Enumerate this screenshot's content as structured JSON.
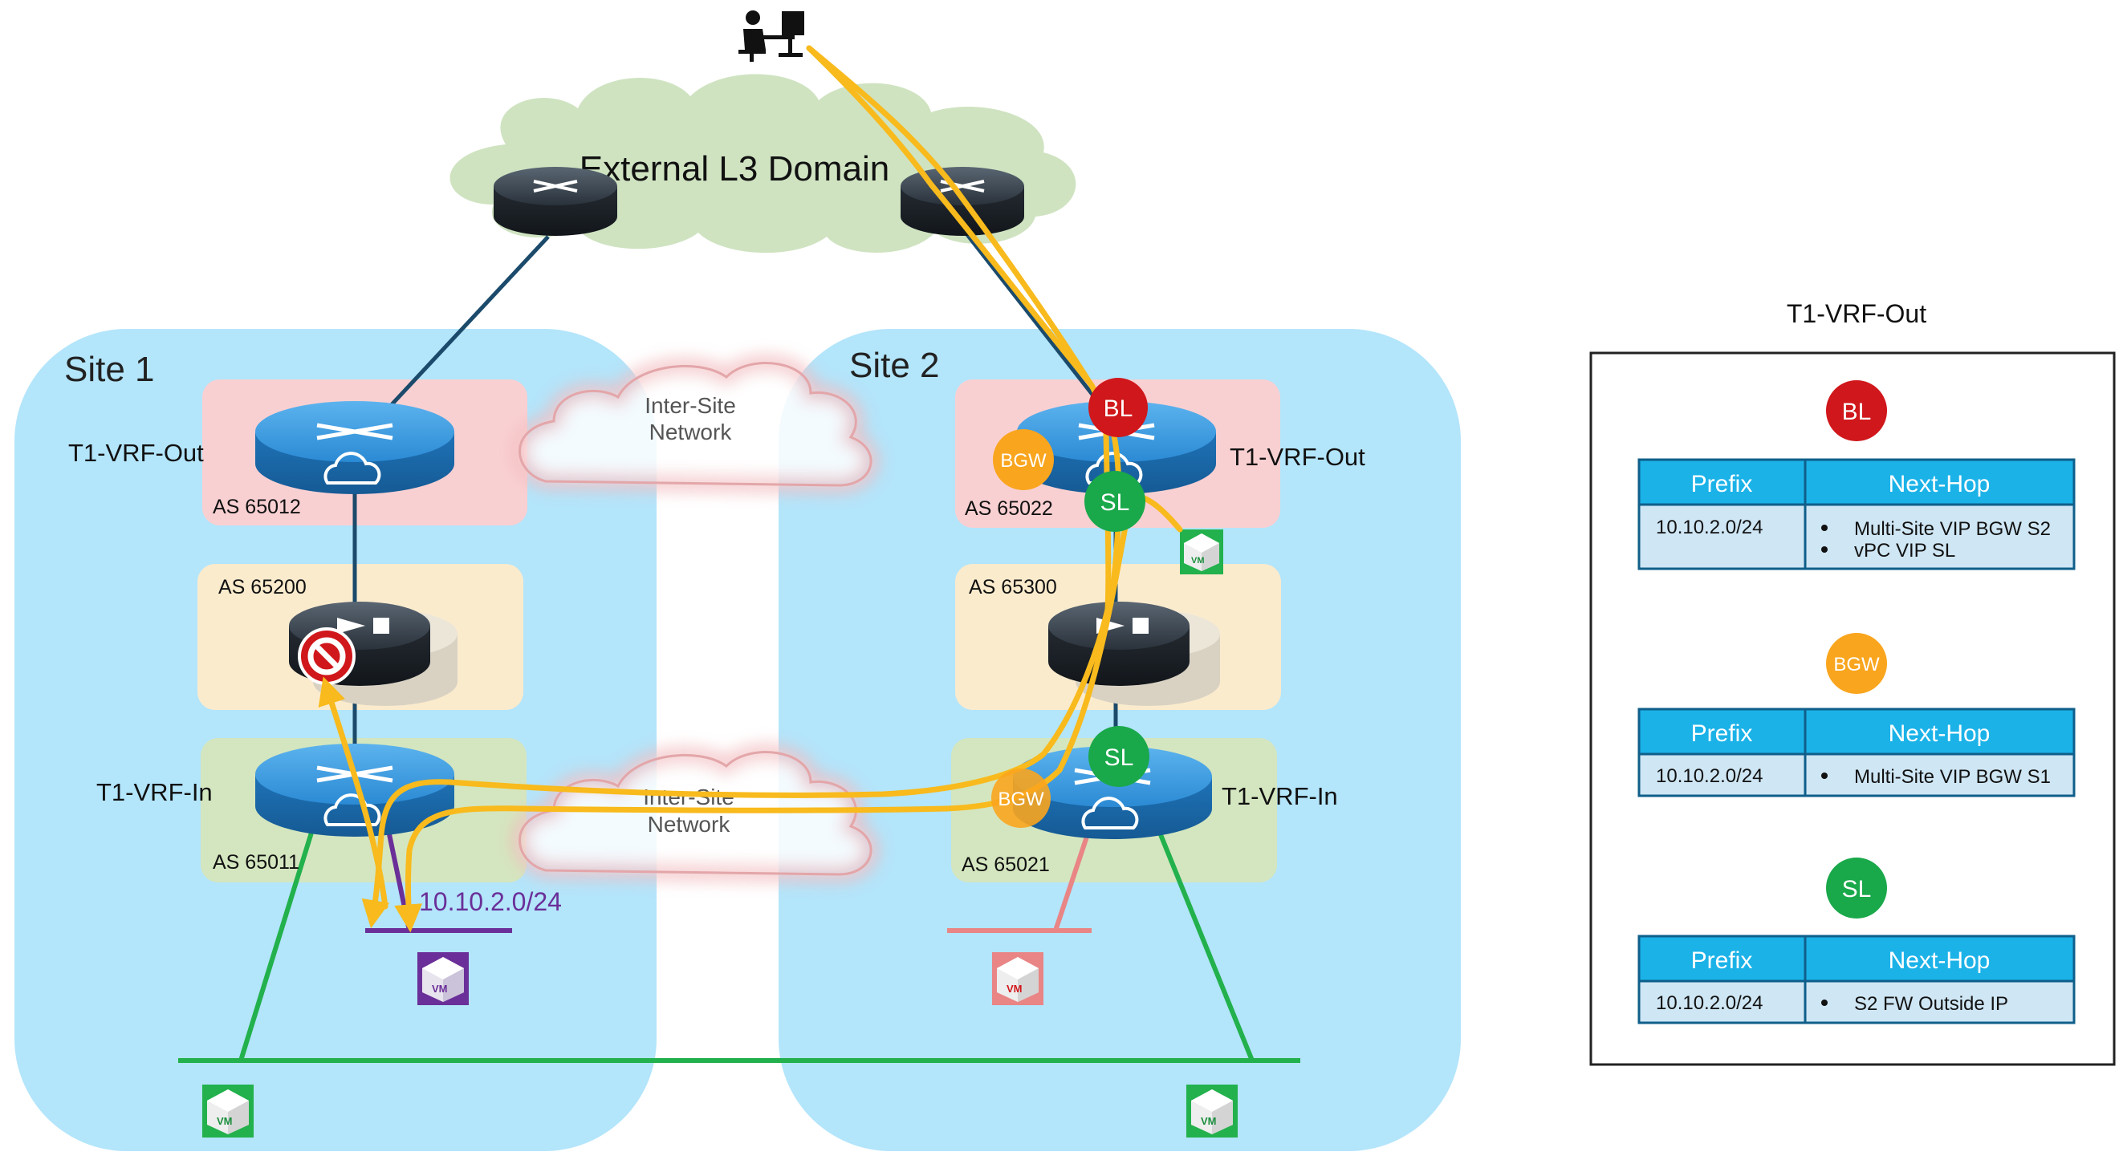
{
  "cloud": {
    "title": "External L3 Domain"
  },
  "sites": {
    "site1": {
      "title": "Site 1",
      "vrf_out_label": "T1-VRF-Out",
      "vrf_out_as": "AS 65012",
      "fw_as": "AS 65200",
      "vrf_in_label": "T1-VRF-In",
      "vrf_in_as": "AS 65011",
      "subnet": "10.10.2.0/24"
    },
    "site2": {
      "title": "Site 2",
      "vrf_out_label": "T1-VRF-Out",
      "vrf_out_as": "AS 65022",
      "fw_as": "AS 65300",
      "vrf_in_label": "T1-VRF-In",
      "vrf_in_as": "AS 65021"
    }
  },
  "inter_site": {
    "label_line1": "Inter-Site",
    "label_line2": "Network"
  },
  "badges": {
    "bl": "BL",
    "bgw": "BGW",
    "sl": "SL",
    "vm": "VM"
  },
  "colors": {
    "site_bg": "#b3e5fb",
    "vrf_out_bg": "#f9d0d2",
    "fw_bg": "#fbebcd",
    "vrf_in_bg": "#d4e6bf",
    "cloud_green": "#cfe3c1",
    "router_blue": "#2b8ad4",
    "bl_red": "#d0171b",
    "bgw_orange": "#f9a51e",
    "sl_green": "#19a84a",
    "flow_yellow": "#f8ba1c",
    "table_header": "#1bb2e8",
    "table_body": "#cfe6f4",
    "subnet_purple": "#6a2f98",
    "segment_green": "#22b14c",
    "segment_pink": "#e98585"
  },
  "routing_tables": {
    "title": "T1-VRF-Out",
    "tables": [
      {
        "badge": "BL",
        "header": [
          "Prefix",
          "Next-Hop"
        ],
        "prefix": "10.10.2.0/24",
        "next_hops": [
          "Multi-Site VIP BGW S2",
          "vPC VIP SL"
        ]
      },
      {
        "badge": "BGW",
        "header": [
          "Prefix",
          "Next-Hop"
        ],
        "prefix": "10.10.2.0/24",
        "next_hops": [
          "Multi-Site VIP BGW S1"
        ]
      },
      {
        "badge": "SL",
        "header": [
          "Prefix",
          "Next-Hop"
        ],
        "prefix": "10.10.2.0/24",
        "next_hops": [
          "S2 FW Outside IP"
        ]
      }
    ]
  }
}
